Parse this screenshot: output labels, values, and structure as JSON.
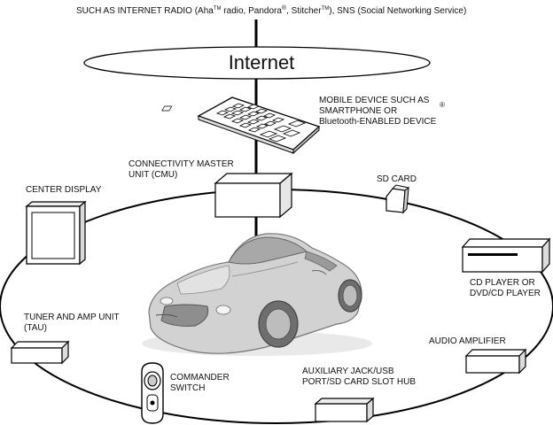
{
  "header": {
    "line_part1": "SUCH AS INTERNET RADIO (Aha",
    "tm1": "TM",
    "line_part2": " radio, Pandora",
    "reg": "®",
    "line_part3": ", Stitcher",
    "tm2": "TM",
    "line_part4": "), SNS (Social Networking Service)"
  },
  "internet": {
    "label": "Internet"
  },
  "mobile": {
    "line1": "MOBILE DEVICE SUCH AS",
    "line2": "SMARTPHONE OR",
    "line3": "Bluetooth-ENABLED DEVICE",
    "reg": "®"
  },
  "cmu": {
    "line1": "CONNECTIVITY MASTER",
    "line2": "UNIT (CMU)"
  },
  "sd_card": {
    "label": "SD CARD"
  },
  "center_display": {
    "label": "CENTER DISPLAY"
  },
  "cd_player": {
    "line1": "CD PLAYER OR",
    "line2": "DVD/CD PLAYER"
  },
  "tau": {
    "line1": "TUNER AND AMP UNIT",
    "line2": "(TAU)"
  },
  "audio_amp": {
    "label": "AUDIO AMPLIFIER"
  },
  "aux_hub": {
    "line1": "AUXILIARY JACK/USB",
    "line2": "PORT/SD CARD SLOT HUB"
  },
  "commander": {
    "line1": "COMMANDER",
    "line2": "SWITCH"
  },
  "colors": {
    "line": "#000000",
    "device_fill": "#ffffff",
    "car_body": "#cfcfcf",
    "car_shadow": "#8a8a8a"
  }
}
